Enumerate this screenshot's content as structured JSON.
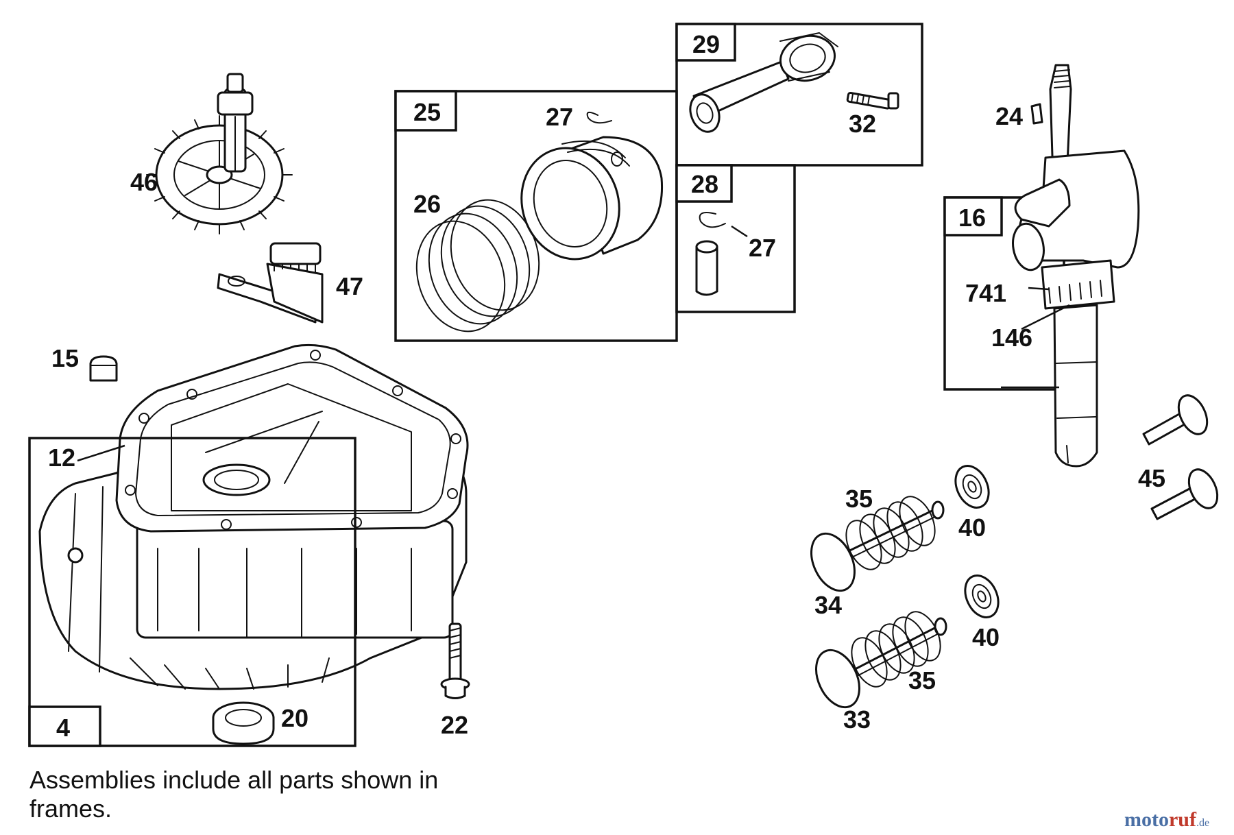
{
  "labels": {
    "p46": "46",
    "p47": "47",
    "p15": "15",
    "p12": "12",
    "p4": "4",
    "p20": "20",
    "p22": "22",
    "p25": "25",
    "p26": "26",
    "p27a": "27",
    "p29": "29",
    "p32": "32",
    "p28": "28",
    "p27b": "27",
    "p24": "24",
    "p16": "16",
    "p741": "741",
    "p146": "146",
    "p45": "45",
    "p35a": "35",
    "p40a": "40",
    "p34": "34",
    "p40b": "40",
    "p35b": "35",
    "p33": "33"
  },
  "note": {
    "line1": "Assemblies include all parts shown in",
    "line2": "frames."
  },
  "watermark": {
    "part1": "moto",
    "part2": "ruf",
    "suffix": ".de"
  }
}
